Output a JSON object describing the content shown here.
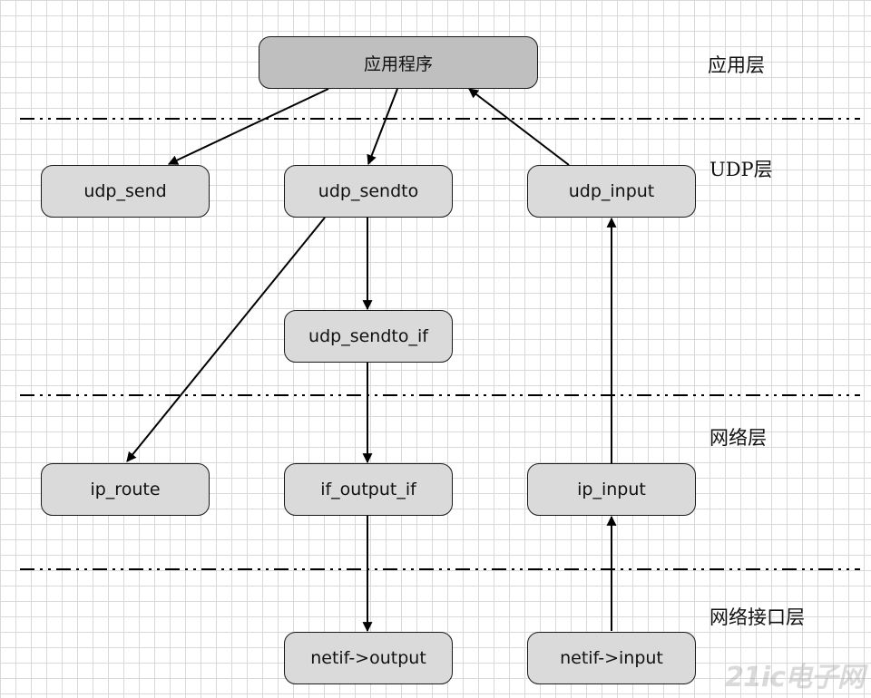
{
  "layers": {
    "app": "应用层",
    "udp": "UDP层",
    "network": "网络层",
    "netif": "网络接口层"
  },
  "nodes": {
    "app_program": "应用程序",
    "udp_send": "udp_send",
    "udp_sendto": "udp_sendto",
    "udp_input": "udp_input",
    "udp_sendto_if": "udp_sendto_if",
    "ip_route": "ip_route",
    "if_output_if": "if_output_if",
    "ip_input": "ip_input",
    "netif_output": "netif->output",
    "netif_input": "netif->input"
  },
  "watermark": "21ic电子网",
  "colors": {
    "app_node_fill": "#bfbfbf",
    "node_fill": "#dadada",
    "border": "#1a1a1a",
    "grid": "#d9d9d9"
  }
}
